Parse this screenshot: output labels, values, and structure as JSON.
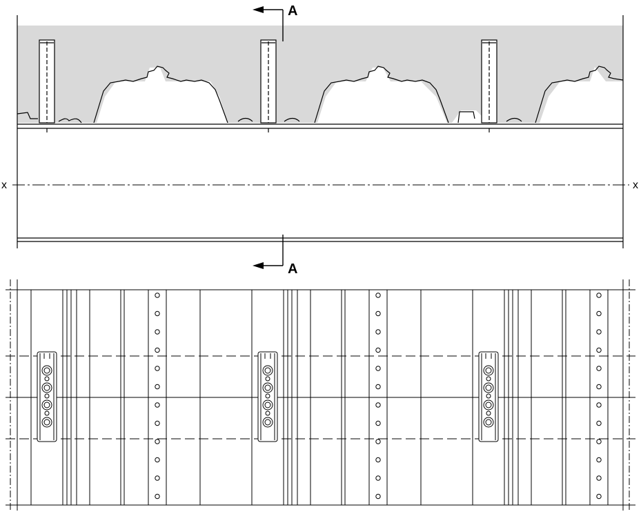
{
  "section_marker": {
    "label": "A"
  },
  "axis_marker": {
    "label": "x"
  },
  "drawing": {
    "views": [
      "section-view",
      "plan-view"
    ],
    "bays": 3,
    "colors": {
      "line": "#000000",
      "fill": "#d9d9d9",
      "background": "#ffffff"
    }
  }
}
